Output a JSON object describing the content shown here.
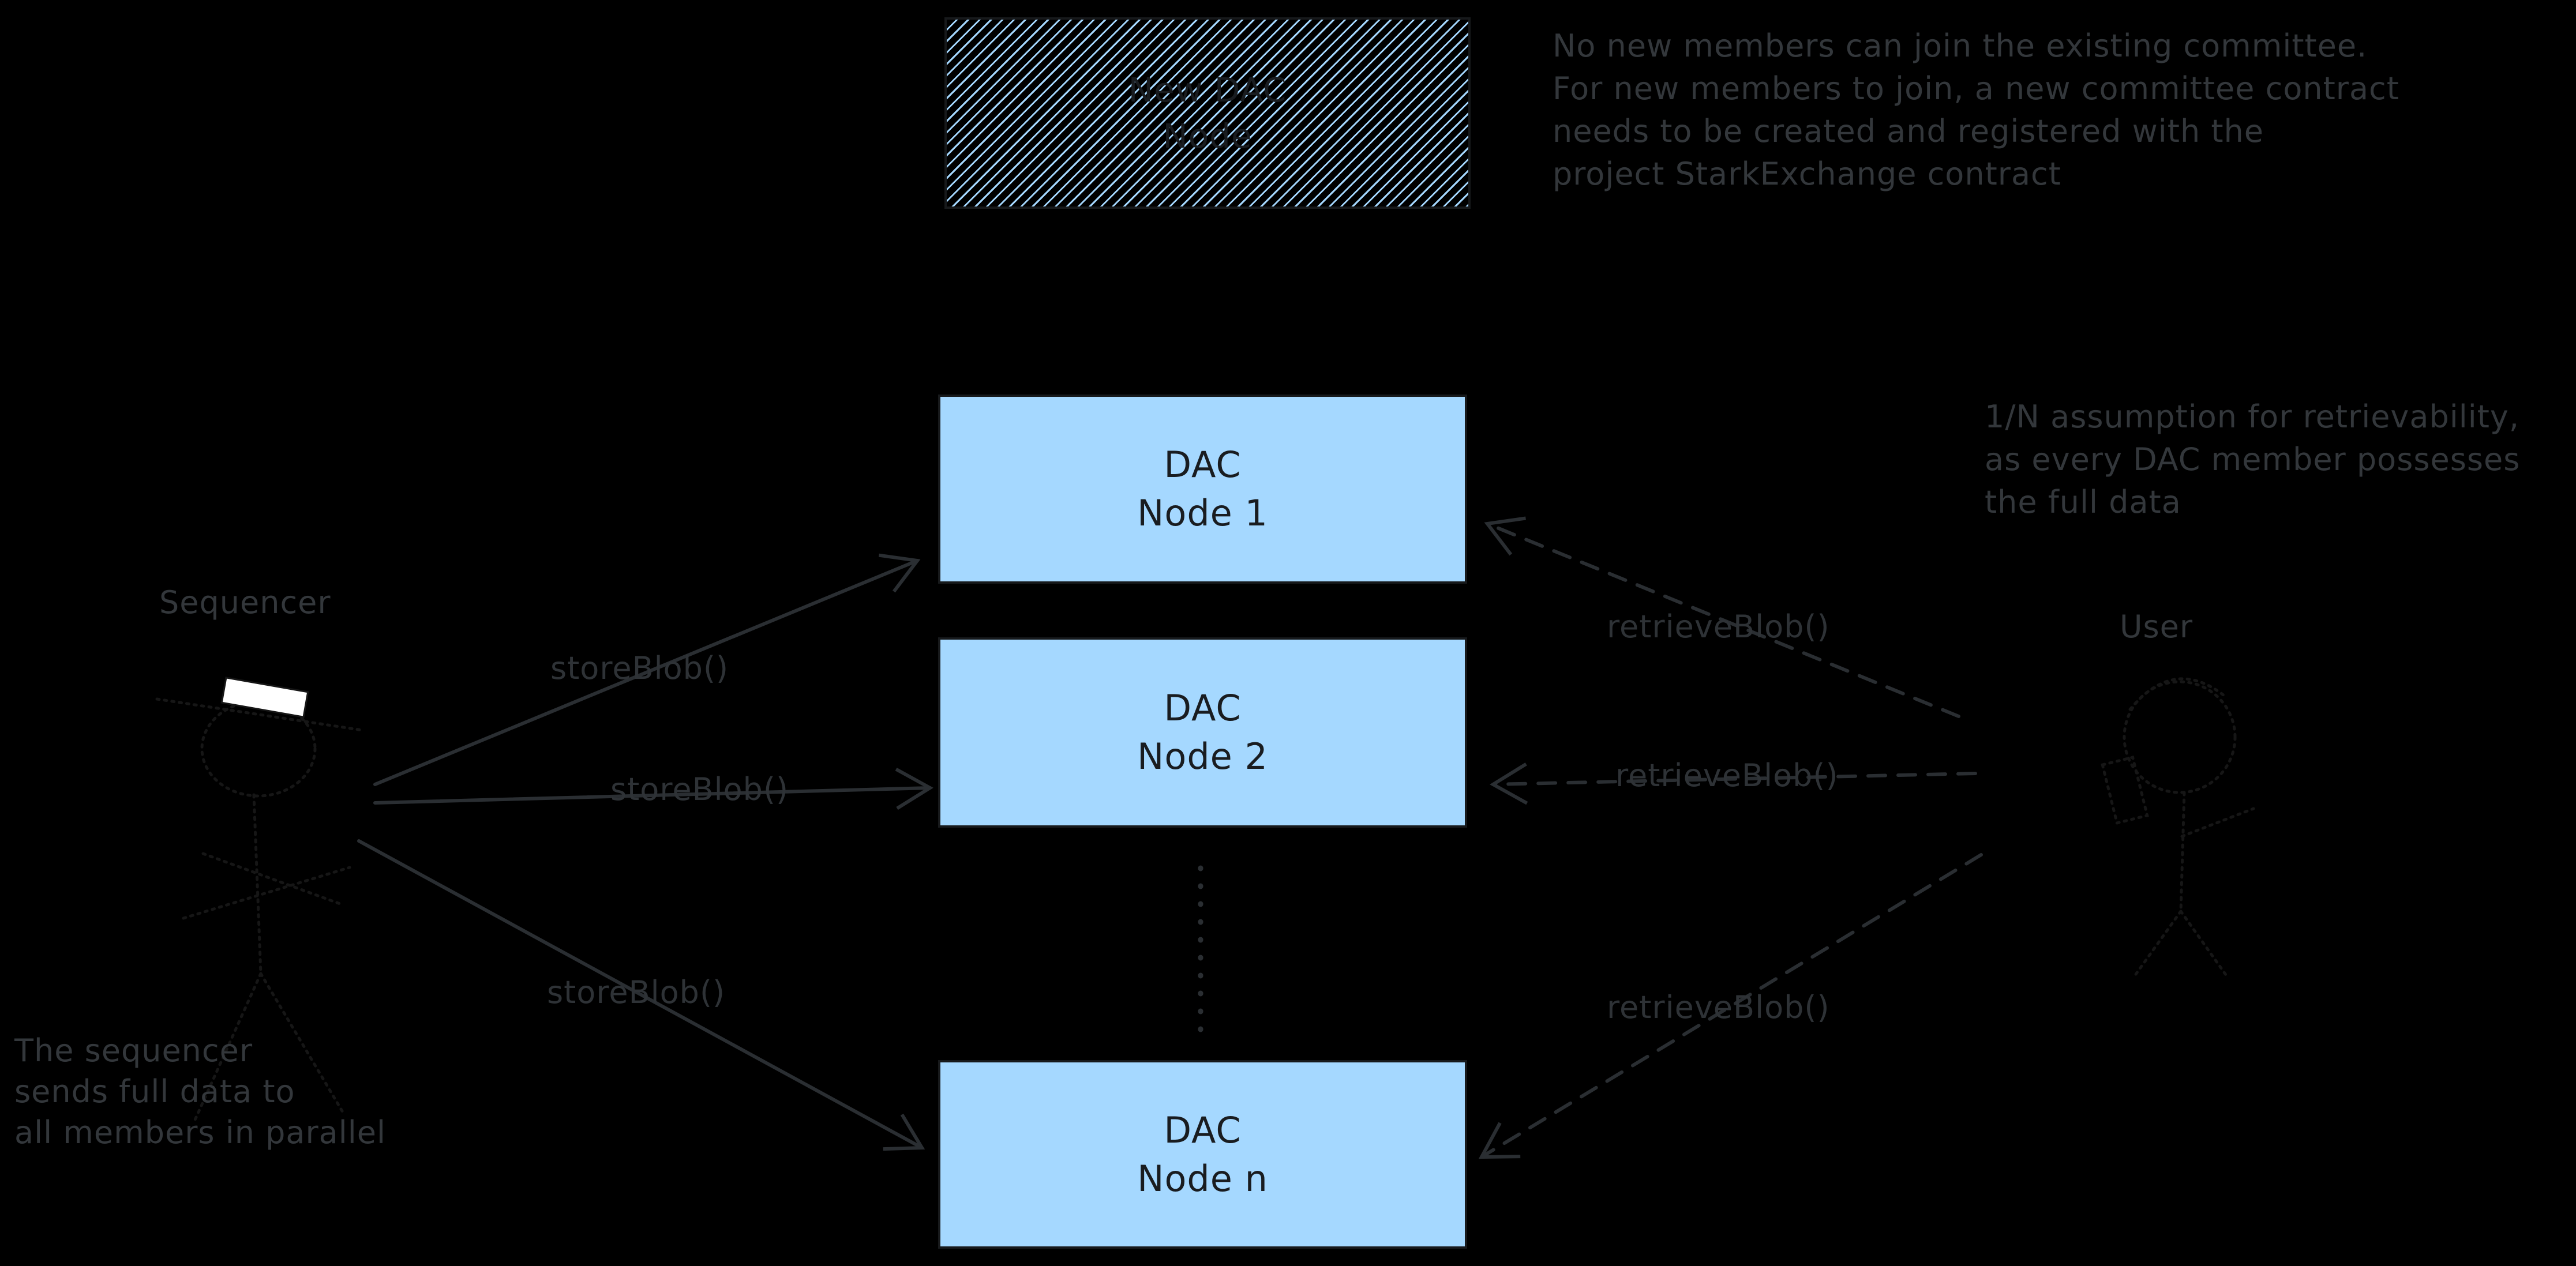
{
  "colors": {
    "background": "#000000",
    "node_fill": "#a5d8ff",
    "node_border": "#17191b",
    "node_text": "#191c20",
    "annotation_text": "#33373b",
    "edge_label_text": "#2e3236",
    "arrow_stroke": "#2a2e32",
    "figure_stroke": "#161616",
    "visor_fill": "#ffffff"
  },
  "new_dac_node_box": {
    "line1": "New DAC",
    "line2": "Node"
  },
  "nodes": [
    {
      "line1": "DAC",
      "line2": "Node 1"
    },
    {
      "line1": "DAC",
      "line2": "Node 2"
    },
    {
      "line1": "DAC",
      "line2": "Node n"
    }
  ],
  "actors": {
    "sequencer_label": "Sequencer",
    "user_label": "User",
    "sequencer_icon": "robot-stick-figure",
    "user_icon": "person-stick-figure"
  },
  "edge_labels": {
    "store1": "storeBlob()",
    "store2": "storeBlob()",
    "store3": "storeBlob()",
    "retrieve1": "retrieveBlob()",
    "retrieve2": "retrieveBlob()",
    "retrieve3": "retrieveBlob()"
  },
  "annotations": {
    "committee_note": [
      "No new members can join the existing committee.",
      "For new members to join, a new committee contract",
      "needs to be created and registered with the",
      "project StarkExchange contract"
    ],
    "retrievability_note": [
      "1/N assumption for retrievability,",
      "as every DAC member possesses",
      "the full data"
    ],
    "sequencer_note": [
      "The sequencer",
      "sends full data to",
      "all members in parallel"
    ]
  }
}
